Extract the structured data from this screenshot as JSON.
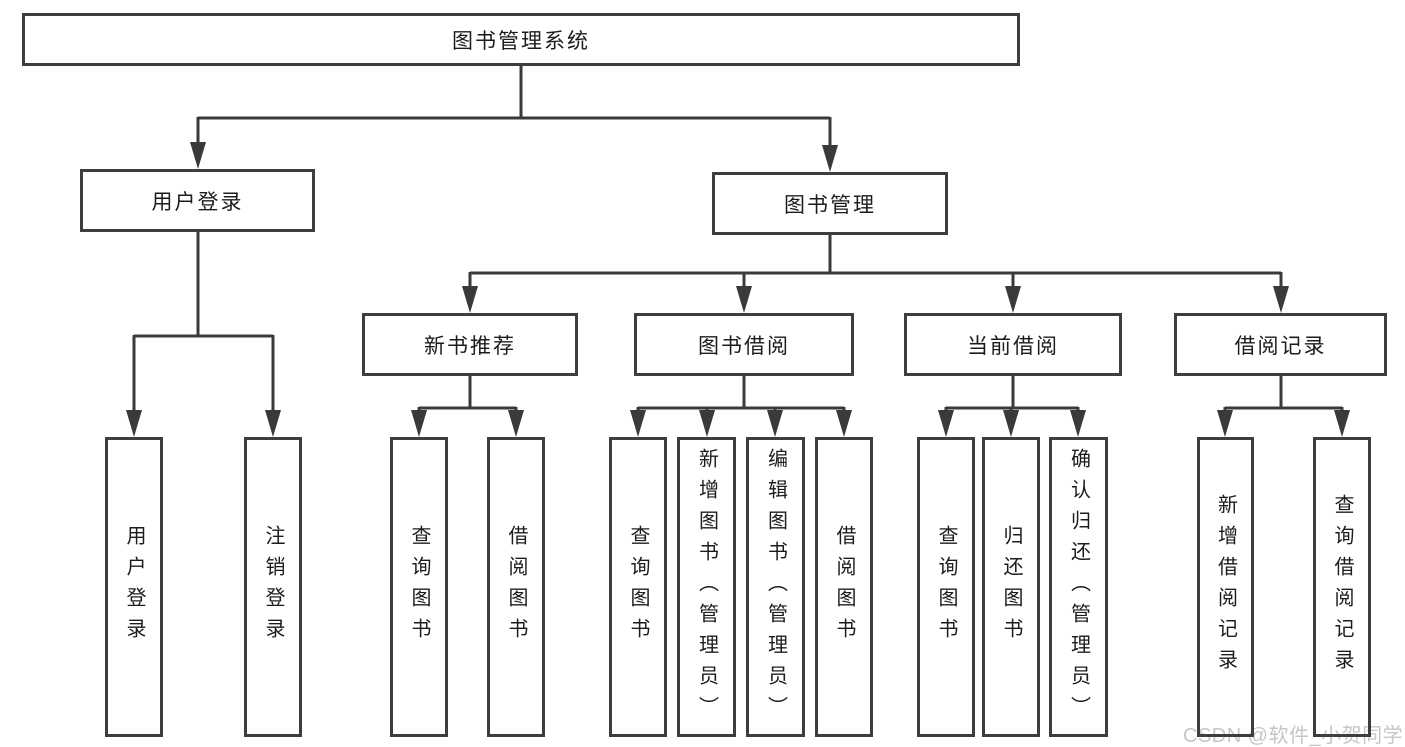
{
  "diagram_title": "图书管理系统",
  "tree": {
    "label": "图书管理系统",
    "children": [
      {
        "label": "用户登录",
        "children": [
          {
            "label": "用户登录"
          },
          {
            "label": "注销登录"
          }
        ]
      },
      {
        "label": "图书管理",
        "children": [
          {
            "label": "新书推荐",
            "children": [
              {
                "label": "查询图书"
              },
              {
                "label": "借阅图书"
              }
            ]
          },
          {
            "label": "图书借阅",
            "children": [
              {
                "label": "查询图书"
              },
              {
                "label": "新增图书（管理员）"
              },
              {
                "label": "编辑图书（管理员）"
              },
              {
                "label": "借阅图书"
              }
            ]
          },
          {
            "label": "当前借阅",
            "children": [
              {
                "label": "查询图书"
              },
              {
                "label": "归还图书"
              },
              {
                "label": "确认归还（管理员）"
              }
            ]
          },
          {
            "label": "借阅记录",
            "children": [
              {
                "label": "新增借阅记录"
              },
              {
                "label": "查询借阅记录"
              }
            ]
          }
        ]
      }
    ]
  },
  "watermark": "CSDN @软件_小贺同学",
  "colors": {
    "line": "#3a3a3a",
    "box_border": "#3e3e3e",
    "text": "#1c1c1c",
    "watermark": "#c6c6c6",
    "background": "#ffffff"
  }
}
